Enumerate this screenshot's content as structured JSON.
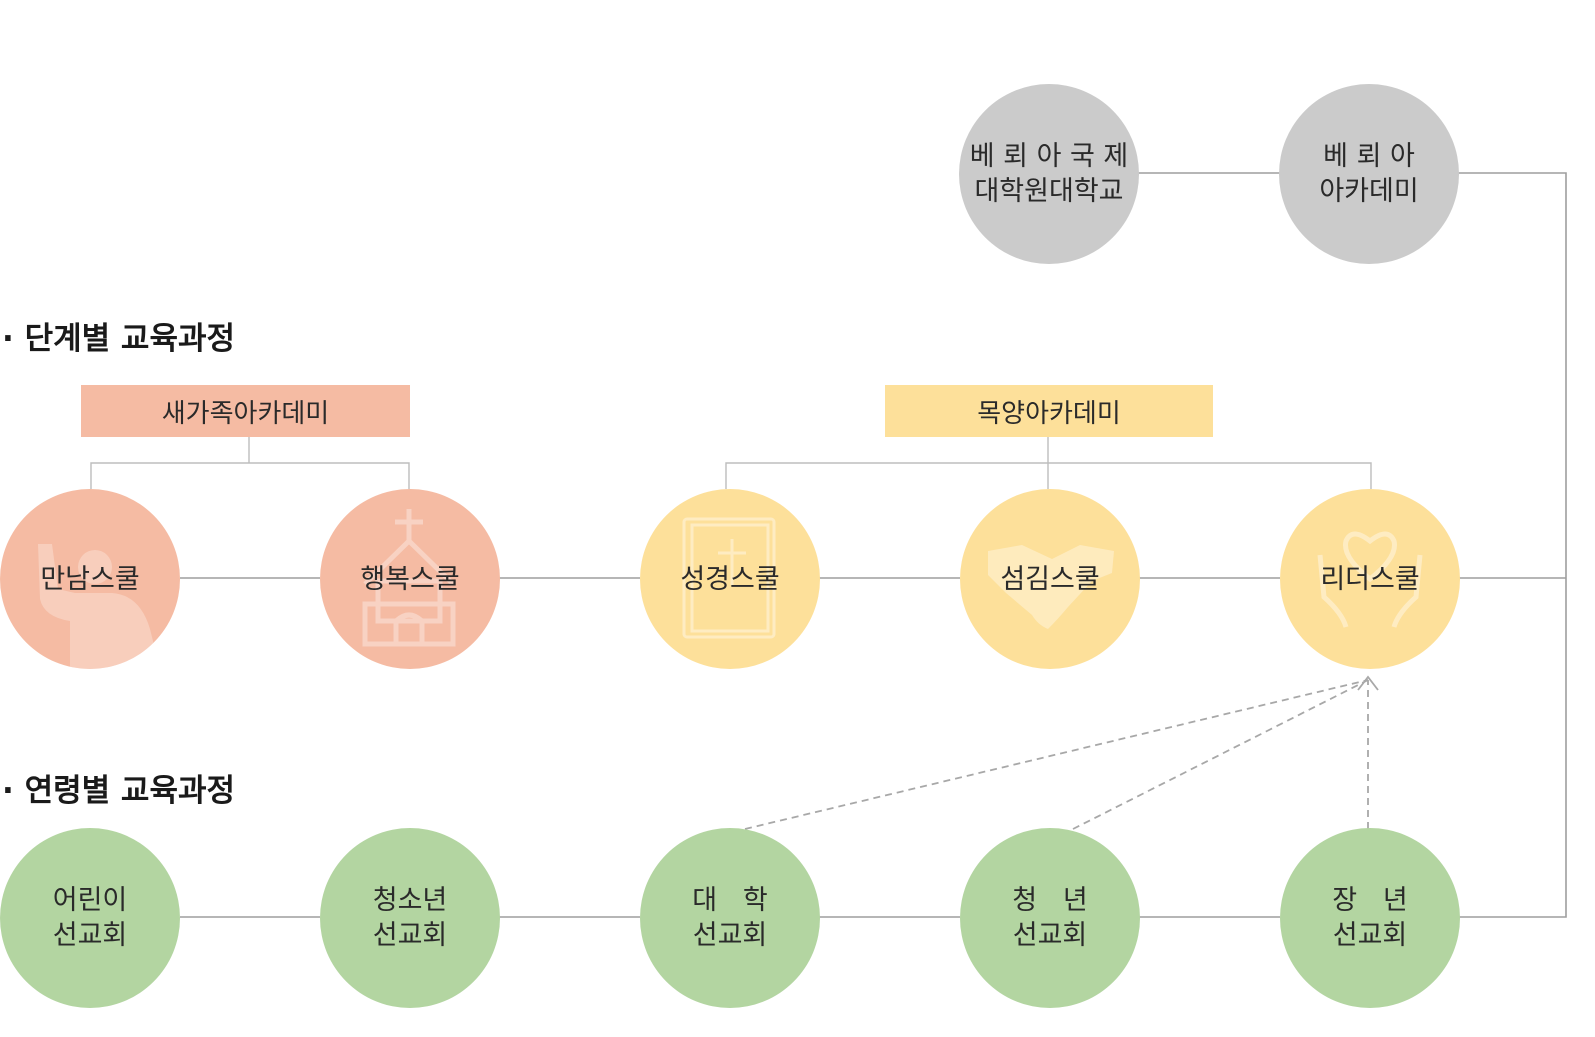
{
  "colors": {
    "grey": "#cbcbcb",
    "salmon": "#f5bba3",
    "yellow": "#fde09a",
    "green": "#b3d5a1",
    "line": "#9e9e9e",
    "dashed": "#a8a8a8"
  },
  "top_nodes": [
    {
      "line1": "베 뢰 아 국 제",
      "line2": "대학원대학교"
    },
    {
      "line1": "베 뢰 아",
      "line2": "아카데미"
    }
  ],
  "sections": {
    "stage": "· 단계별 교육과정",
    "age": "· 연령별 교육과정"
  },
  "banners": {
    "family": "새가족아카데미",
    "pastoral": "목양아카데미"
  },
  "stage_nodes": [
    {
      "label": "만남스쿨",
      "icon": "raised-hand-person-icon"
    },
    {
      "label": "행복스쿨",
      "icon": "church-icon"
    },
    {
      "label": "성경스쿨",
      "icon": "bible-icon"
    },
    {
      "label": "섬김스쿨",
      "icon": "handshake-icon"
    },
    {
      "label": "리더스쿨",
      "icon": "heart-hands-icon"
    }
  ],
  "age_nodes": [
    {
      "line1": "어린이",
      "line2": "선교회"
    },
    {
      "line1": "청소년",
      "line2": "선교회"
    },
    {
      "line1": "대   학",
      "line2": "선교회"
    },
    {
      "line1": "청   년",
      "line2": "선교회"
    },
    {
      "line1": "장   년",
      "line2": "선교회"
    }
  ]
}
